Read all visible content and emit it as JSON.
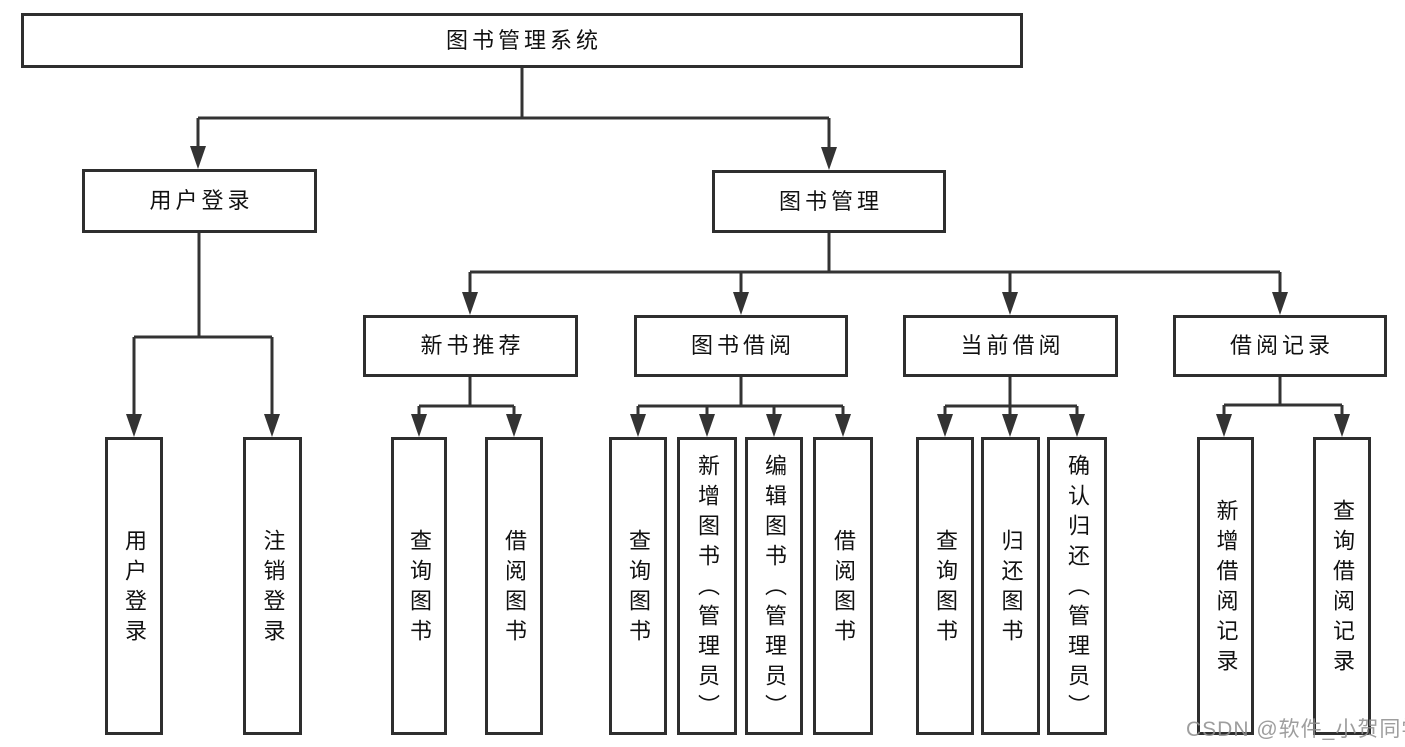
{
  "diagram": {
    "type": "tree-structure-diagram",
    "colors": {
      "line": "#333333",
      "box_border": "#2e2e2e",
      "box_fill": "#ffffff",
      "text": "#111111",
      "watermark_text_color": "#919191"
    },
    "tree": {
      "root": {
        "label": "图书管理系统"
      },
      "branches": [
        {
          "label": "用户登录",
          "leaves": [
            "用户登录",
            "注销登录"
          ]
        },
        {
          "label": "图书管理",
          "sections": [
            {
              "label": "新书推荐",
              "leaves": [
                "查询图书",
                "借阅图书"
              ]
            },
            {
              "label": "图书借阅",
              "leaves": [
                "查询图书",
                "新增图书（管理员）",
                "编辑图书（管理员）",
                "借阅图书"
              ]
            },
            {
              "label": "当前借阅",
              "leaves": [
                "查询图书",
                "归还图书",
                "确认归还（管理员）"
              ]
            },
            {
              "label": "借阅记录",
              "leaves": [
                "新增借阅记录",
                "查询借阅记录"
              ]
            }
          ]
        }
      ]
    }
  },
  "watermark": {
    "text": "CSDN @软件_小贺同学"
  }
}
